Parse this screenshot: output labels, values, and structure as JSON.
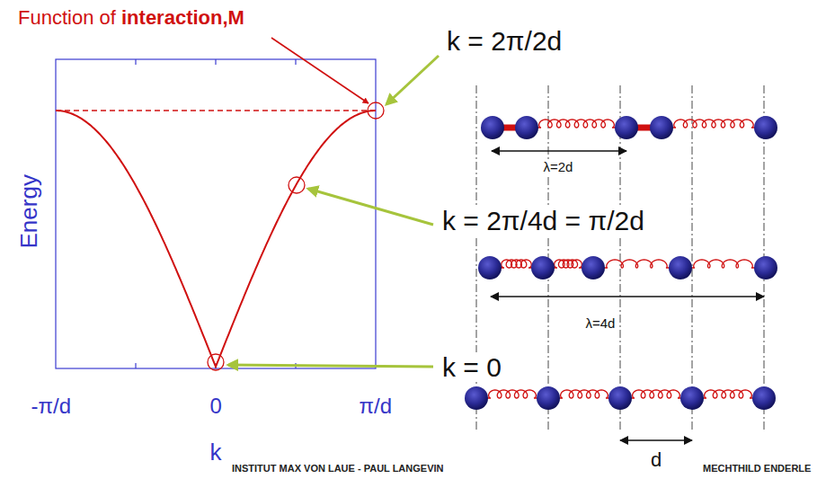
{
  "diagram": {
    "labels": [
      "Function of",
      "interaction,M",
      "Energy",
      "-π/d",
      "0",
      "π/d",
      "k",
      "k = 2π/2d",
      "k = 2π/4d = π/2d",
      "k = 0",
      "λ=2d",
      "λ=4d",
      "d",
      "INSTITUT MAX VON LAUE - PAUL LANGEVIN",
      "MECHTHILD ENDERLE"
    ]
  }
}
